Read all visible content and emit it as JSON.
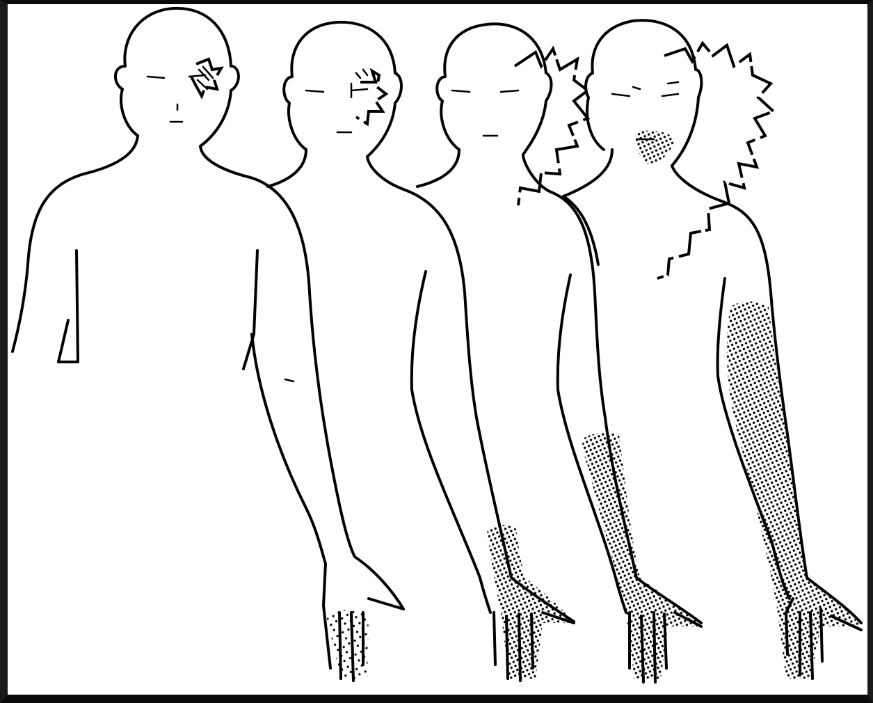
{
  "figure": {
    "stages": [
      {
        "id": "stage-1",
        "spread": [
          "eye-periorbital",
          "palm-fingers"
        ],
        "dot_density": 0.15
      },
      {
        "id": "stage-2",
        "spread": [
          "cheek",
          "wrist",
          "hand"
        ],
        "dot_density": 0.4
      },
      {
        "id": "stage-3",
        "spread": [
          "half-face",
          "forearm",
          "hand"
        ],
        "dot_density": 0.6
      },
      {
        "id": "stage-4",
        "spread": [
          "face",
          "mouth",
          "shoulder",
          "whole-arm",
          "hand"
        ],
        "dot_density": 0.7
      }
    ],
    "colors": {
      "line": "#000000",
      "background": "#ffffff",
      "frame": "#1a1a1a"
    }
  }
}
